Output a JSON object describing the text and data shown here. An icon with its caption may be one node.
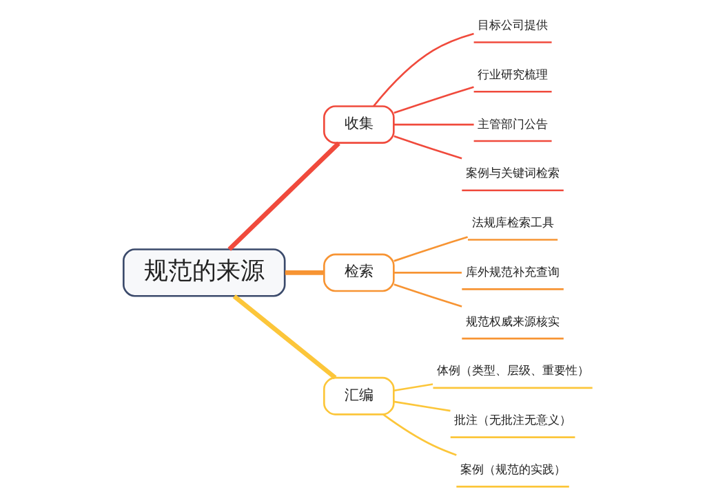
{
  "diagram": {
    "nodes": [
      {
        "text": [
          "规范的来源"
        ]
      },
      {
        "text": [
          "收集"
        ]
      },
      {
        "text": [
          "目标公司提供"
        ]
      },
      {
        "text": [
          "行业研究梳理"
        ]
      },
      {
        "text": [
          "主管部门公告"
        ]
      },
      {
        "text": [
          "案例与关键词检索"
        ]
      },
      {
        "text": [
          "检索"
        ]
      },
      {
        "text": [
          "法规库检索工具"
        ]
      },
      {
        "text": [
          "库外规范补充查询"
        ]
      },
      {
        "text": [
          "规范权威来源核实"
        ]
      },
      {
        "text": [
          "汇编"
        ]
      },
      {
        "text": [
          "体例（类型、层级、重要性）"
        ]
      },
      {
        "text": [
          "批注（无批注无意义）"
        ]
      },
      {
        "text": [
          "案例（规范的实践）"
        ]
      }
    ],
    "edges": [
      {
        "from": 0,
        "to": 1,
        "arrow": "none",
        "style": "thick",
        "color": "#f04a3c"
      },
      {
        "from": 1,
        "to": 2,
        "arrow": "none",
        "color": "#f04a3c"
      },
      {
        "from": 1,
        "to": 3,
        "arrow": "none",
        "color": "#f04a3c"
      },
      {
        "from": 1,
        "to": 4,
        "arrow": "none",
        "color": "#f04a3c"
      },
      {
        "from": 1,
        "to": 5,
        "arrow": "none",
        "color": "#f04a3c"
      },
      {
        "from": 0,
        "to": 6,
        "arrow": "none",
        "style": "thick",
        "color": "#f79433"
      },
      {
        "from": 6,
        "to": 7,
        "arrow": "none",
        "color": "#f79433"
      },
      {
        "from": 6,
        "to": 8,
        "arrow": "none",
        "color": "#f79433"
      },
      {
        "from": 6,
        "to": 9,
        "arrow": "none",
        "color": "#f79433"
      },
      {
        "from": 0,
        "to": 10,
        "arrow": "none",
        "style": "thick",
        "color": "#fcc63a"
      },
      {
        "from": 10,
        "to": 11,
        "arrow": "none",
        "color": "#fcc63a"
      },
      {
        "from": 10,
        "to": 12,
        "arrow": "none",
        "color": "#fcc63a"
      },
      {
        "from": 10,
        "to": 13,
        "arrow": "none",
        "color": "#fcc63a"
      }
    ]
  }
}
